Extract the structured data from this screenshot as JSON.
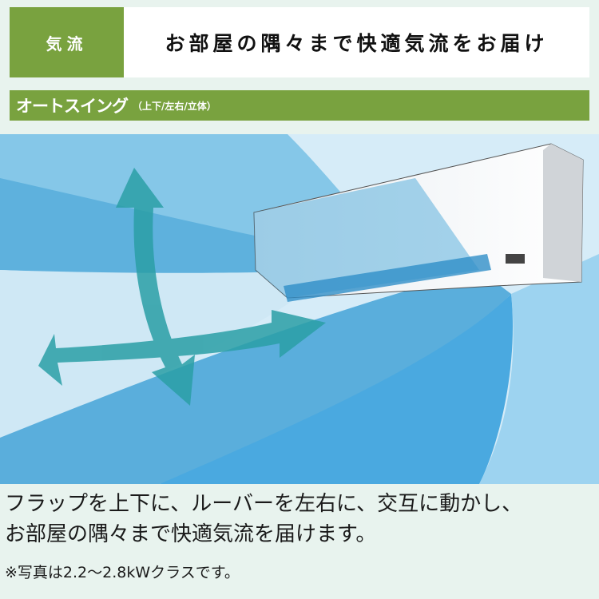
{
  "header": {
    "tag": "気流",
    "title": "お部屋の隅々まで快適気流をお届け"
  },
  "subheader": {
    "title": "オートスイング",
    "modes": "（上下/左右/立体）"
  },
  "illustration": {
    "subject": "wall-mounted air conditioner with airflow arrows",
    "arrows": [
      "up-down",
      "left-right"
    ]
  },
  "description": {
    "line1": "フラップを上下に、ルーバーを左右に、交互に動かし、",
    "line2": "お部屋の隅々まで快適気流を届けます。"
  },
  "note": "※写真は2.2〜2.8kWクラスです。",
  "colors": {
    "accent_green": "#79a23f",
    "background": "#e8f3ee",
    "arrow_teal": "#2a9fa6"
  }
}
